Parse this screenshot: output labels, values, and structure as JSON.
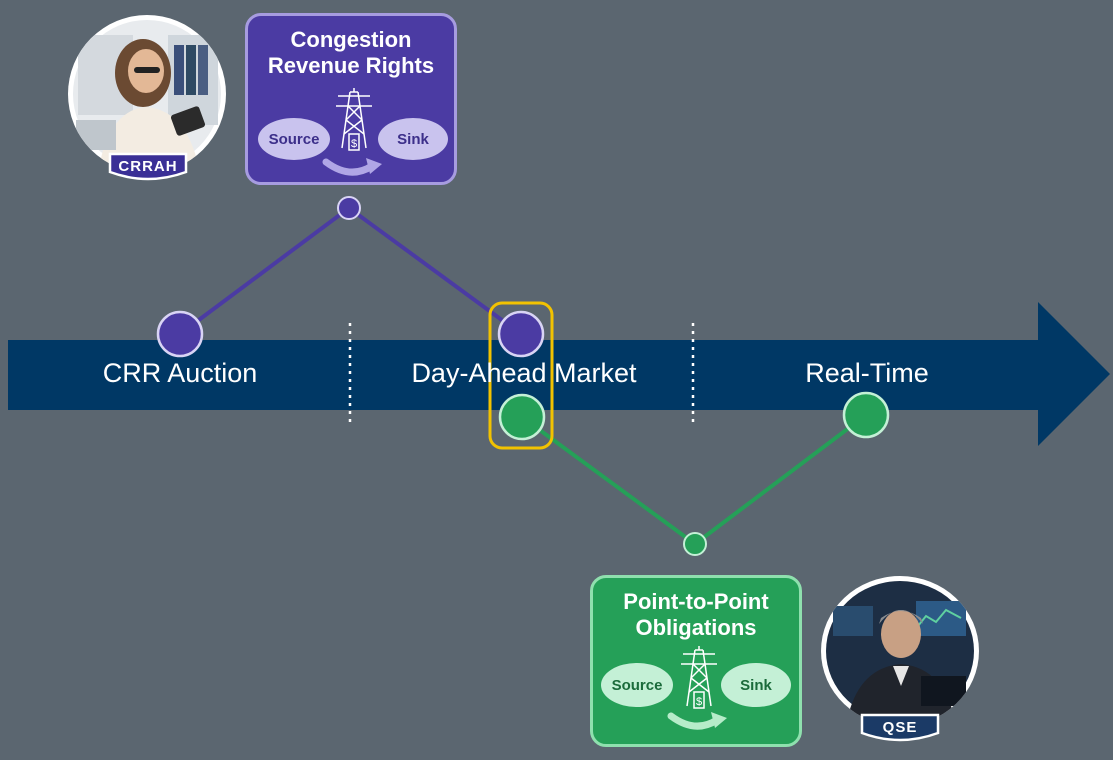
{
  "phases": [
    {
      "label": "CRR Auction"
    },
    {
      "label": "Day-Ahead Market"
    },
    {
      "label": "Real-Time"
    }
  ],
  "crr_card": {
    "title_line1": "Congestion",
    "title_line2": "Revenue Rights",
    "source": "Source",
    "sink": "Sink",
    "dollar": "$"
  },
  "ptp_card": {
    "title_line1": "Point-to-Point",
    "title_line2": "Obligations",
    "source": "Source",
    "sink": "Sink",
    "dollar": "$"
  },
  "crrah_badge": "CRRAH",
  "qse_badge": "QSE",
  "colors": {
    "background": "#5b6670",
    "timeline_arrow": "#003865",
    "crr_purple": "#4b3ba3",
    "crr_purple_border": "#a79ce0",
    "ptp_green": "#25a058",
    "ptp_green_border": "#8fe0ae",
    "highlight": "#f2c200",
    "oval_light_purple": "#c9c3ee",
    "oval_light_green": "#c4f0d6"
  }
}
